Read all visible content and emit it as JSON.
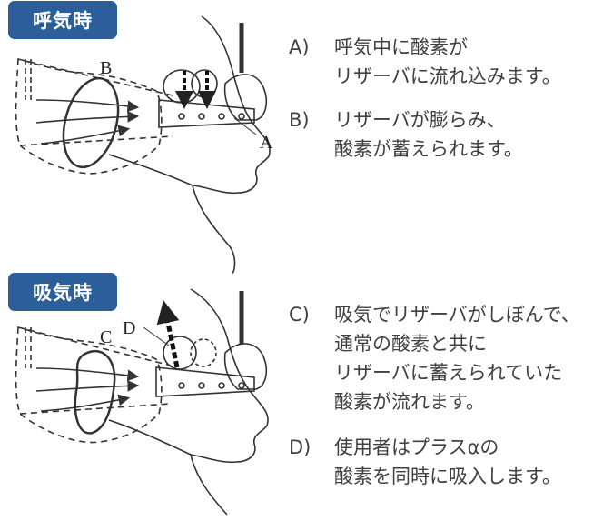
{
  "sections": {
    "exhale": {
      "badge": "呼気時",
      "labels": {
        "a": "A",
        "b": "B"
      },
      "items": [
        {
          "key": "A)",
          "lines": [
            "呼気中に酸素が",
            "リザーバに流れ込みます。"
          ]
        },
        {
          "key": "B)",
          "lines": [
            "リザーバが膨らみ、",
            "酸素が蓄えられます。"
          ]
        }
      ]
    },
    "inhale": {
      "badge": "吸気時",
      "labels": {
        "c": "C",
        "d": "D"
      },
      "items": [
        {
          "key": "C)",
          "lines": [
            "吸気でリザーバがしぼんで、",
            "通常の酸素と共に",
            "リザーバに蓄えられていた",
            "酸素が流れます。"
          ]
        },
        {
          "key": "D)",
          "lines": [
            "使用者はプラスαの",
            "酸素を同時に吸入します。"
          ]
        }
      ]
    }
  },
  "colors": {
    "badge_bg": "#2c5f99",
    "badge_text": "#ffffff",
    "text": "#404040",
    "line": "#333333"
  }
}
